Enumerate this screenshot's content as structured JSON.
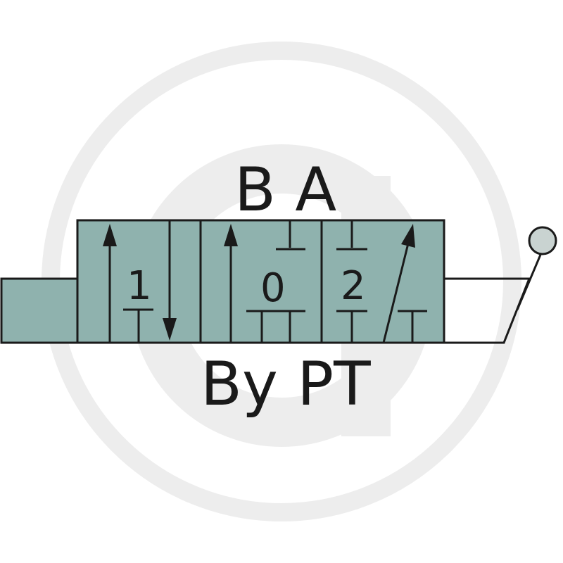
{
  "labels": {
    "top_ports": "B A",
    "bottom_ports": "By PT",
    "position_1": "1",
    "position_0": "0",
    "position_2": "2"
  },
  "colors": {
    "valve_fill": "#8fb2ae",
    "line": "#1a1a1a",
    "watermark": "#ededed",
    "lever_knob": "#c9d3d1"
  },
  "icons": {
    "watermark": "circular-logo-watermark",
    "lever": "hand-lever-icon"
  }
}
